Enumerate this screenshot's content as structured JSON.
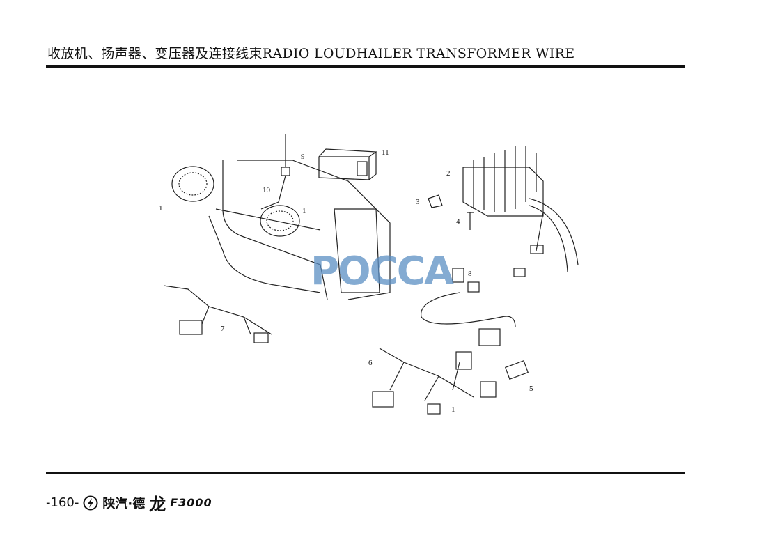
{
  "header": {
    "title": "收放机、扬声器、变压器及连接线束RADIO LOUDHAILER TRANSFORMER WIRE"
  },
  "diagram": {
    "callouts": [
      "1",
      "1",
      "9",
      "10",
      "11",
      "2",
      "3",
      "4",
      "8",
      "7",
      "6",
      "5",
      "1"
    ],
    "watermark": "POCCA"
  },
  "footer": {
    "page_number": "-160-",
    "brand": "陕汽·德",
    "brand_logo": "龙",
    "model": "F3000",
    "logo_icon": "shaanxi-lightning-logo"
  }
}
